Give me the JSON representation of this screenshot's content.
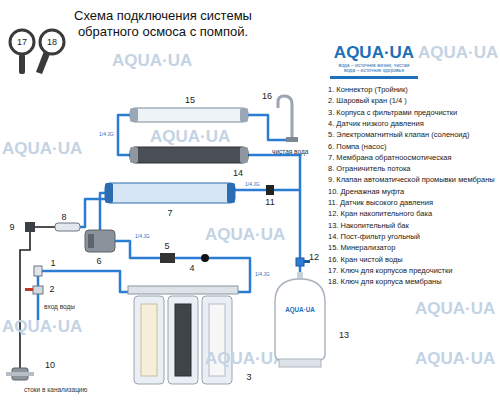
{
  "diagram": {
    "title": "Схема подключения системы обратного осмоса с помпой.",
    "nodes": [
      {
        "text": [
          "AQUA·UA",
          "вода – источник жизни, чистая вода – источник здоровья"
        ]
      },
      {
        "text": [
          "AQUA·UA"
        ]
      }
    ],
    "labels": [
      "1. Коннектор (Тройник)",
      "2. Шаровый кран (1/4 )",
      "3. Корпуса с фильтрами предочистки",
      "4. Датчик низкого давления",
      "5. Электромагнитный клапан (соленоид)",
      "6. Помпа (насос)",
      "7. Мембрана обратноосмотическая",
      "8. Ограничитель потока",
      "9. Клапан автоматической промывки мембраны",
      "10. Дренажная муфта",
      "11. Датчик высокого давления",
      "12. Кран накопительного бака",
      "13. Накопительный бак",
      "14. Пост-фильтр угольный",
      "15. Минерализатор",
      "16. Кран чистой воды",
      "17. Ключ для корпусов предочистки",
      "18. Ключ для корпуса мембраны",
      "1",
      "2",
      "3",
      "4",
      "5",
      "6",
      "7",
      "8",
      "9",
      "10",
      "11",
      "12",
      "13",
      "14",
      "15",
      "16",
      "17",
      "18",
      "чистая вода",
      "стоки в канализацию",
      "вход воды",
      "1/4 JG",
      "1/4 JG",
      "1/4 JG",
      "1/4 JG",
      "AQUA·UA",
      "AQUA·UA",
      "AQUA·UA",
      "AQUA·UA",
      "AQUA·UA",
      "AQUA·UA",
      "AQUA·UA",
      "AQUA·UA",
      "AQUA·UA"
    ]
  }
}
